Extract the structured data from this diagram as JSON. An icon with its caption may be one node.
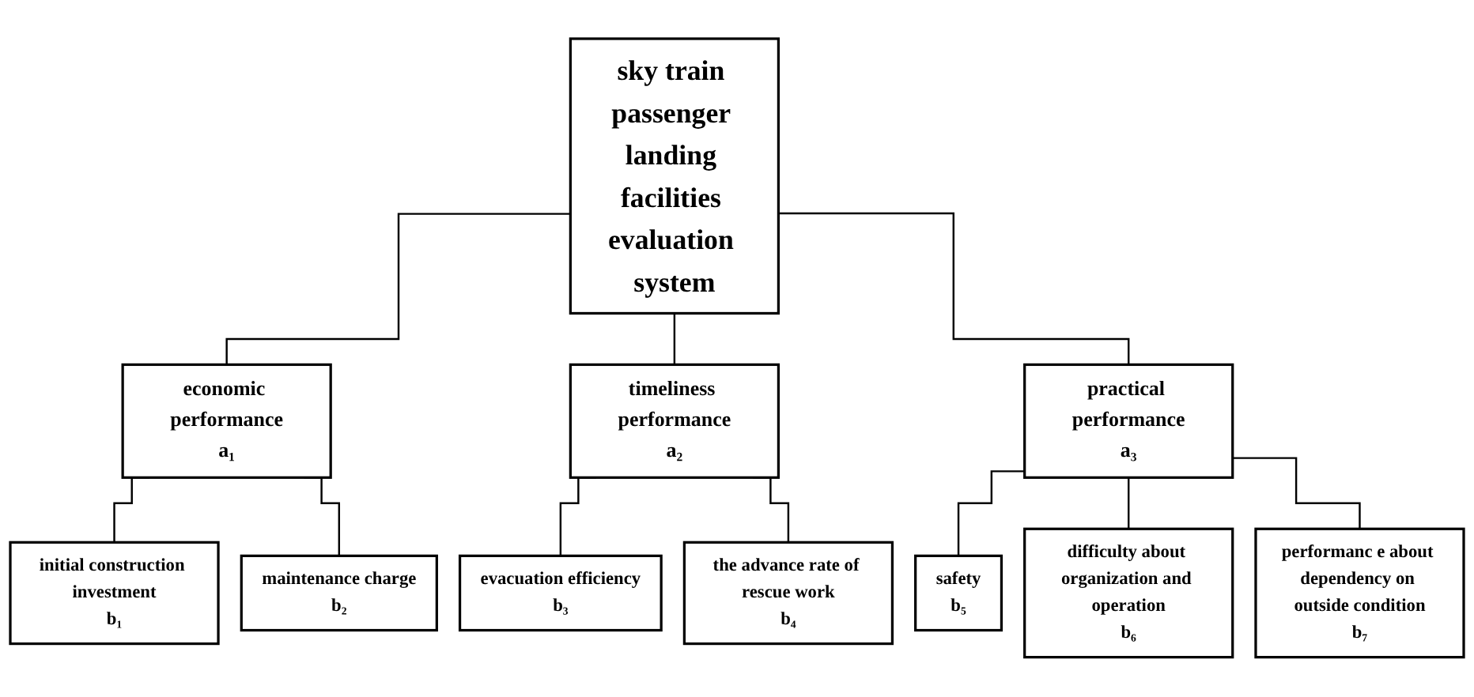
{
  "diagram": {
    "nodes": [
      {
        "text": [
          "sky train passenger landing facilities evaluation system"
        ]
      },
      {
        "text": [
          "economic performance",
          "a₁"
        ]
      },
      {
        "text": [
          "timeliness performance",
          "a₂"
        ]
      },
      {
        "text": [
          "practical performance",
          "a₃"
        ]
      },
      {
        "text": [
          "initial construction investment",
          "b₁"
        ]
      },
      {
        "text": [
          "maintenance charge",
          "b₂"
        ]
      },
      {
        "text": [
          "evacuation efficiency",
          "b₃"
        ]
      },
      {
        "text": [
          "the advance rate of rescue work",
          "b₄"
        ]
      },
      {
        "text": [
          "safety",
          "b₅"
        ]
      },
      {
        "text": [
          "difficulty about organization and operation",
          "b₆"
        ]
      },
      {
        "text": [
          "performanc e about dependency on outside condition",
          "b₇"
        ]
      }
    ],
    "edges": [
      {
        "from": 0,
        "to": 1,
        "arrow": "none"
      },
      {
        "from": 0,
        "to": 2,
        "arrow": "none"
      },
      {
        "from": 0,
        "to": 3,
        "arrow": "none"
      },
      {
        "from": 1,
        "to": 4,
        "arrow": "none"
      },
      {
        "from": 1,
        "to": 5,
        "arrow": "none"
      },
      {
        "from": 2,
        "to": 6,
        "arrow": "none"
      },
      {
        "from": 2,
        "to": 7,
        "arrow": "none"
      },
      {
        "from": 3,
        "to": 8,
        "arrow": "none"
      },
      {
        "from": 3,
        "to": 9,
        "arrow": "none"
      },
      {
        "from": 3,
        "to": 10,
        "arrow": "none"
      }
    ]
  }
}
